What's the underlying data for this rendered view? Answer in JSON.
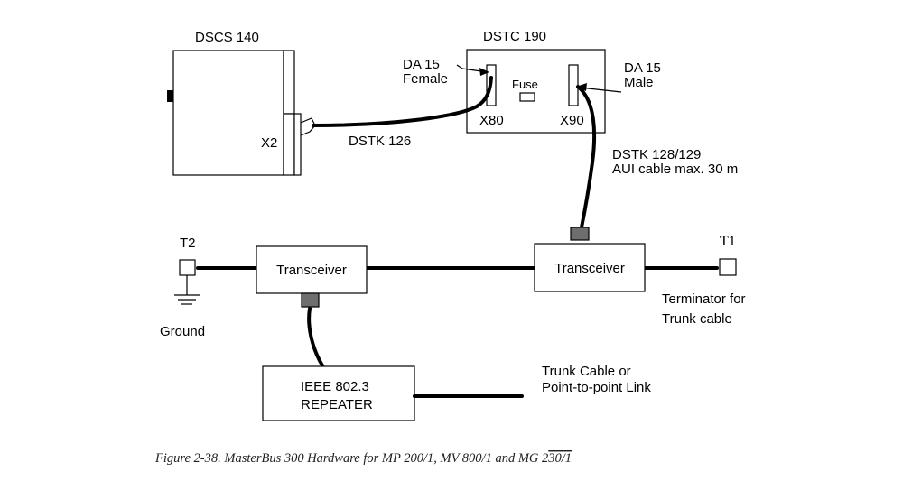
{
  "devices": {
    "dscs": {
      "title": "DSCS 140",
      "port": "X2"
    },
    "dstc": {
      "title": "DSTC 190",
      "fuse": "Fuse",
      "port_left": "X80",
      "port_right": "X90",
      "conn_left": [
        "DA 15",
        "Female"
      ],
      "conn_right": [
        "DA 15",
        "Male"
      ]
    },
    "repeater": {
      "lines": [
        "IEEE 802.3",
        "REPEATER"
      ]
    },
    "transceiver_left": {
      "label": "Transceiver"
    },
    "transceiver_right": {
      "label": "Transceiver"
    }
  },
  "cables": {
    "dstk126": "DSTK 126",
    "aui": [
      "DSTK 128/129",
      "AUI cable max. 30 m"
    ],
    "trunk": [
      "Trunk Cable or",
      "Point-to-point Link"
    ]
  },
  "terminators": {
    "t2": "T2",
    "t1": "T1",
    "ground": "Ground",
    "t1_note": [
      "Terminator for",
      "Trunk cable"
    ]
  },
  "caption": {
    "main": "Figure 2-38. MasterBus 300 Hardware for MP 200/1, MV 800/1 and MG 2",
    "overlined": "30/1"
  }
}
